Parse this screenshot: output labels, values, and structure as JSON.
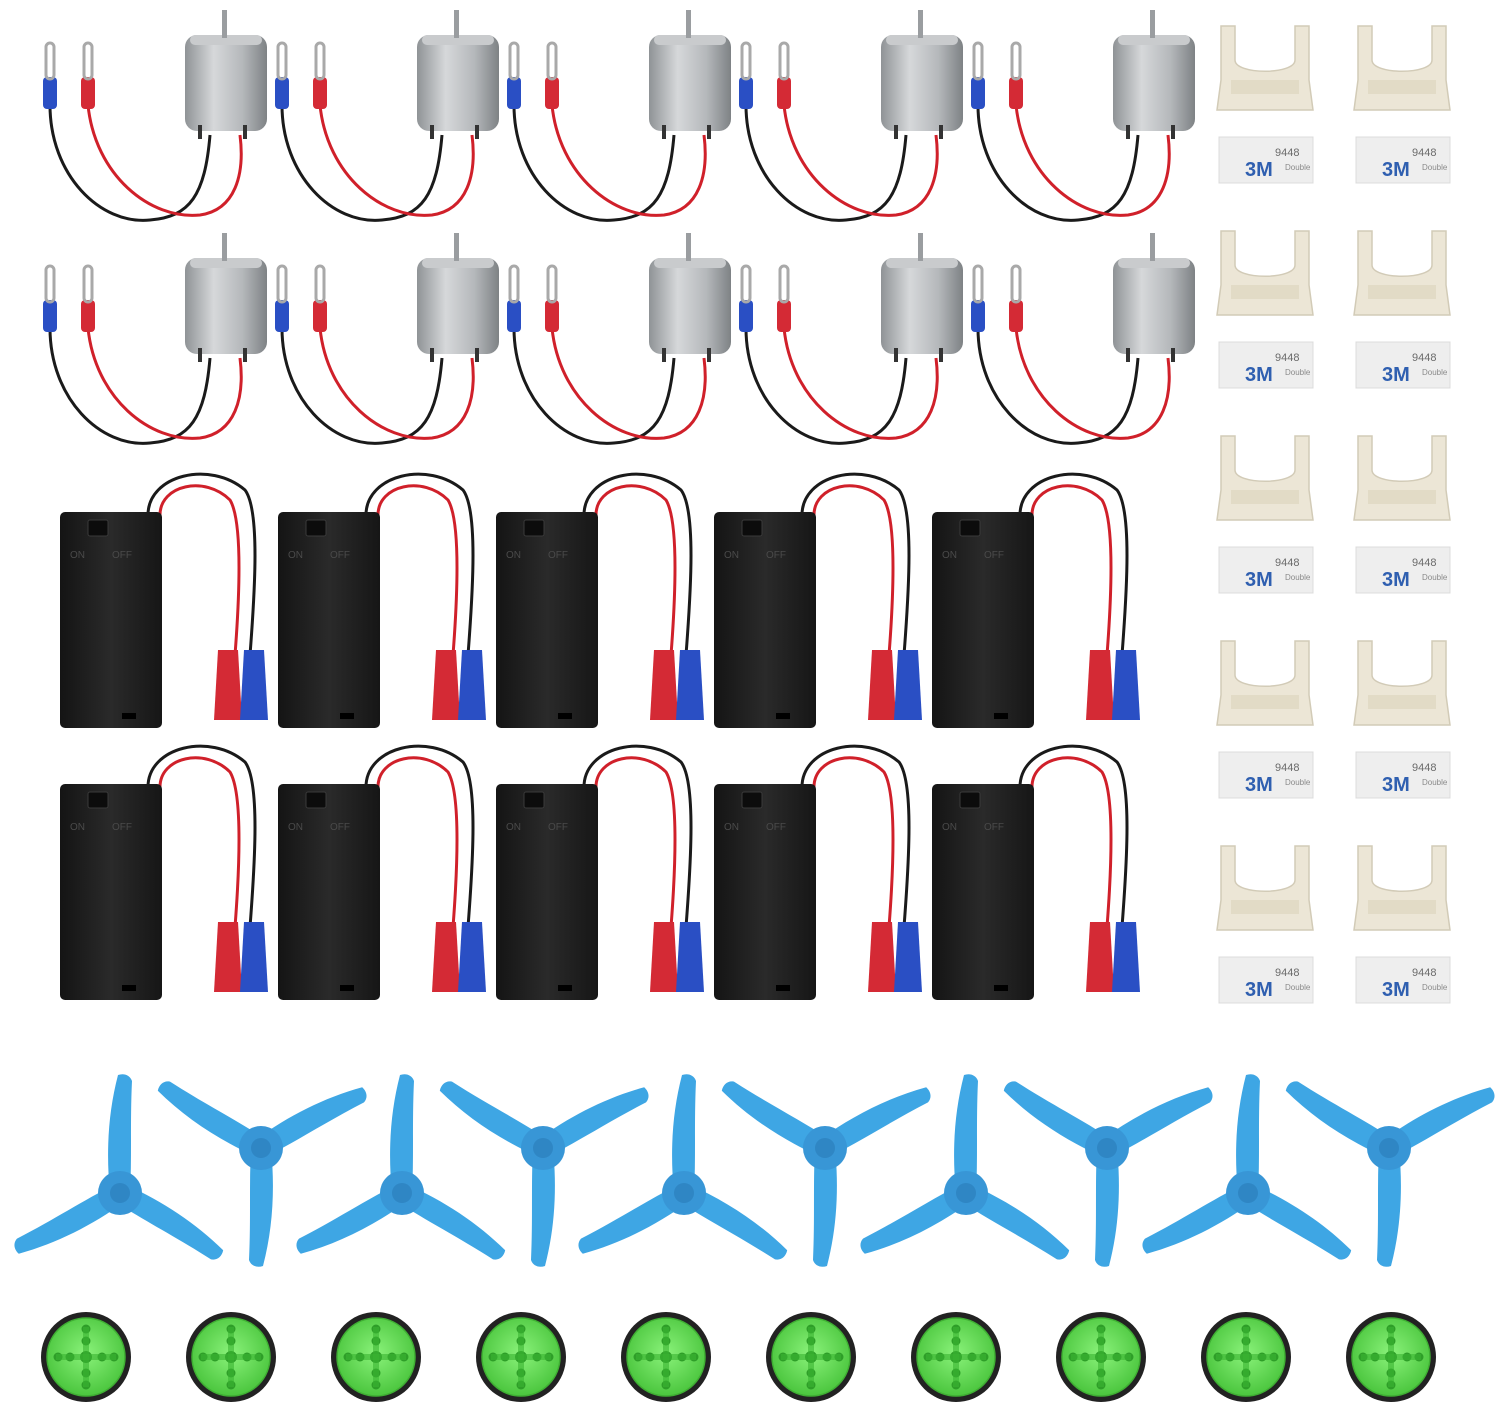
{
  "scene": {
    "background": "#ffffff",
    "colors": {
      "motor_body": "#b9bcbf",
      "motor_shade": "#8f9396",
      "wire_red": "#d0202a",
      "wire_black": "#1a1a1a",
      "terminal_red": "#d42a35",
      "terminal_blue": "#2a4fc4",
      "battery_box": "#1e1e1e",
      "clip": "#ece6d6",
      "tape": "#eeeeee",
      "tape_logo": "#2f5fb0",
      "propeller": "#3ea6e4",
      "wheel_hub": "#6ee05a",
      "wheel_tire": "#222222"
    }
  },
  "parts": {
    "motors": {
      "count": 10,
      "icon": "dc-motor-icon"
    },
    "battery_holders": {
      "count": 10,
      "icon": "battery-holder-icon",
      "switch_on": "ON",
      "switch_off": "OFF"
    },
    "motor_clips": {
      "count": 10,
      "icon": "motor-clip-icon"
    },
    "tape_pads": {
      "count": 10,
      "icon": "adhesive-tape-icon",
      "logo": "3M",
      "code": "9448",
      "text": "Double"
    },
    "propellers": {
      "count": 10,
      "icon": "propeller-icon"
    },
    "wheels": {
      "count": 10,
      "icon": "wheel-icon"
    }
  }
}
